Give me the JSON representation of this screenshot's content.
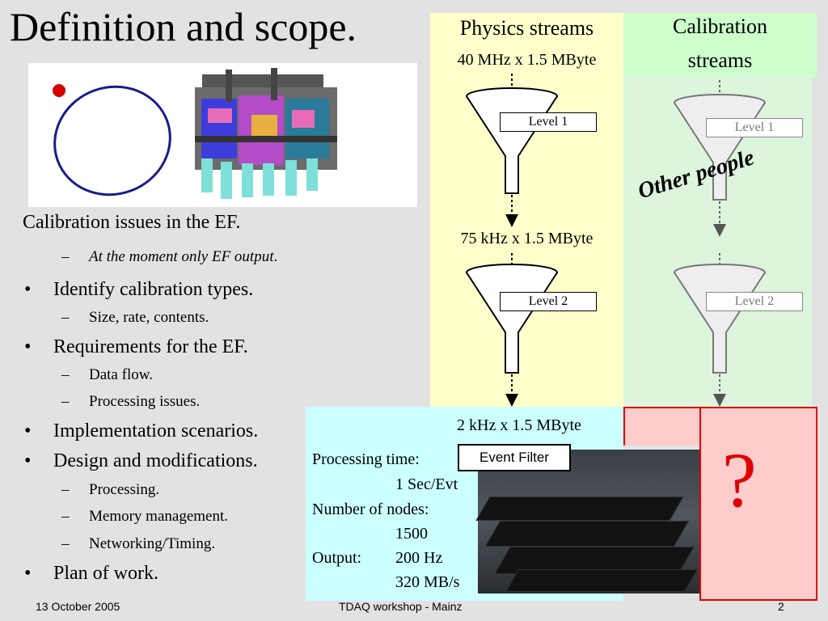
{
  "title": "Definition and scope.",
  "bullets": {
    "b0": "Calibration issues in the EF.",
    "b0s0": "At the moment only EF output",
    "b0s0_tail": ".",
    "b1": "Identify calibration types.",
    "b1s0": "Size, rate, contents.",
    "b2": "Requirements for the EF.",
    "b2s0": "Data flow.",
    "b2s1": "Processing issues.",
    "b3": "Implementation scenarios.",
    "b4": "Design and modifications.",
    "b4s0": "Processing.",
    "b4s1": "Memory management.",
    "b4s2": "Networking/Timing.",
    "b5": "Plan of work.",
    "bullet_glyph": "•",
    "dash_glyph": "–"
  },
  "physics": {
    "heading": "Physics streams",
    "rate1": "40 MHz x 1.5 MByte",
    "level1": "Level 1",
    "rate2": "75 kHz x 1.5 MByte",
    "level2": "Level 2",
    "rate3": "2 kHz x 1.5 MByte"
  },
  "calibration": {
    "heading_line1": "Calibration",
    "heading_line2": "streams",
    "level1": "Level 1",
    "level2": "Level 2",
    "overlay": "Other people"
  },
  "event_filter": {
    "box_label": "Event Filter",
    "proc_label": "Processing time:",
    "proc_value": "1 Sec/Evt",
    "nodes_label": "Number of nodes:",
    "nodes_value": "1500",
    "output_label": "Output:",
    "output_rate": "200 Hz",
    "output_bw": "320 MB/s"
  },
  "unknown": "?",
  "footer": {
    "date": "13 October 2005",
    "event": "TDAQ workshop - Mainz",
    "page": "2"
  },
  "colors": {
    "physics_bg": "#ffffcc",
    "calibration_bg": "#ccffcc",
    "ef_bg": "#ccffff",
    "unknown_bg": "#ffcccc",
    "unknown_accent": "#e00000"
  }
}
